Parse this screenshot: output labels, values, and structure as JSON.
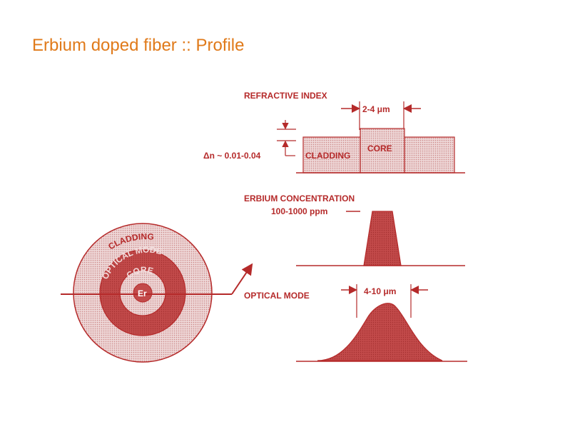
{
  "slide": {
    "title": "Erbium doped fiber :: Profile"
  },
  "figure": {
    "refractive_index": {
      "title": "REFRACTIVE INDEX",
      "core_width": "2-4 μm",
      "delta_n": "Δn ~ 0.01-0.04",
      "cladding_label": "CLADDING",
      "core_label": "CORE"
    },
    "erbium": {
      "title": "ERBIUM CONCENTRATION",
      "range": "100-1000 ppm"
    },
    "optical_mode": {
      "title": "OPTICAL MODE",
      "width": "4-10 μm"
    },
    "cross_section": {
      "cladding": "CLADDING",
      "optical_mode": "OPTICAL MODE",
      "core": "CORE",
      "center": "Er"
    },
    "colors": {
      "ink": "#b52a2a",
      "fill_light": "#e4c3c3",
      "fill_dark": "#c24a4a",
      "title": "#e07a1a"
    }
  }
}
